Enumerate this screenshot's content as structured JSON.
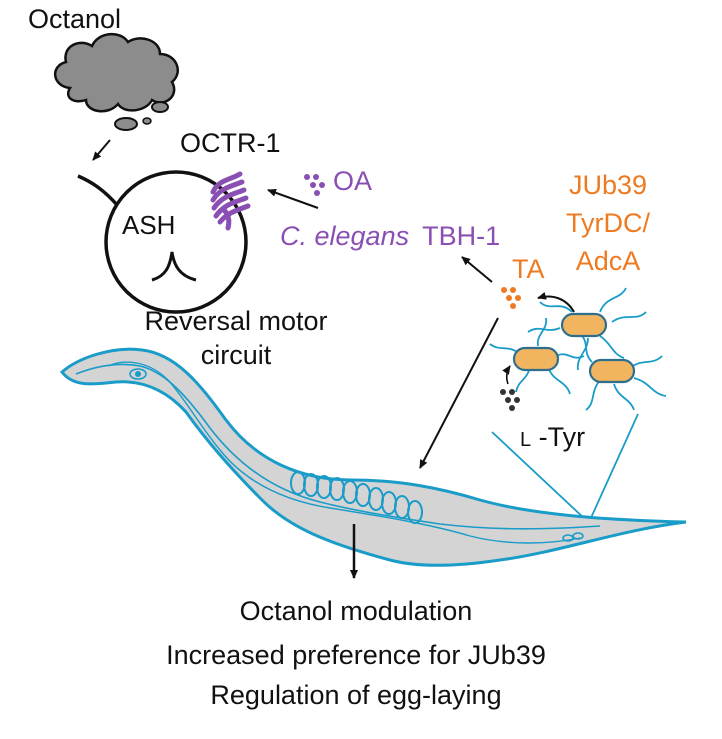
{
  "labels": {
    "stimulus": "Octanol",
    "receptor": "OCTR-1",
    "neuron": "ASH",
    "circuit_line1": "Reversal motor",
    "circuit_line2": "circuit",
    "octopamine": "OA",
    "enzyme_species": "C. elegans",
    "enzyme_name": "TBH-1",
    "tyramine": "TA",
    "bacteria_line1": "JUb39",
    "bacteria_line2": "TyrDC/",
    "bacteria_line3": "AdcA",
    "substrate_prefix": "L",
    "substrate": "-Tyr"
  },
  "outcomes": [
    "Octanol modulation",
    "Increased preference for JUb39",
    "Regulation of egg-laying"
  ],
  "colors": {
    "text": "#111111",
    "octopamine": "#8a4fb3",
    "tyramine": "#ee7b22",
    "worm_outline": "#1a9cc9",
    "worm_fill": "#d4d4d4",
    "cloud": "#8c8c8c",
    "bacteria_fill": "#f1b45f",
    "bacteria_outline": "#2e6e8e",
    "receptor": "#8a4fb3"
  }
}
